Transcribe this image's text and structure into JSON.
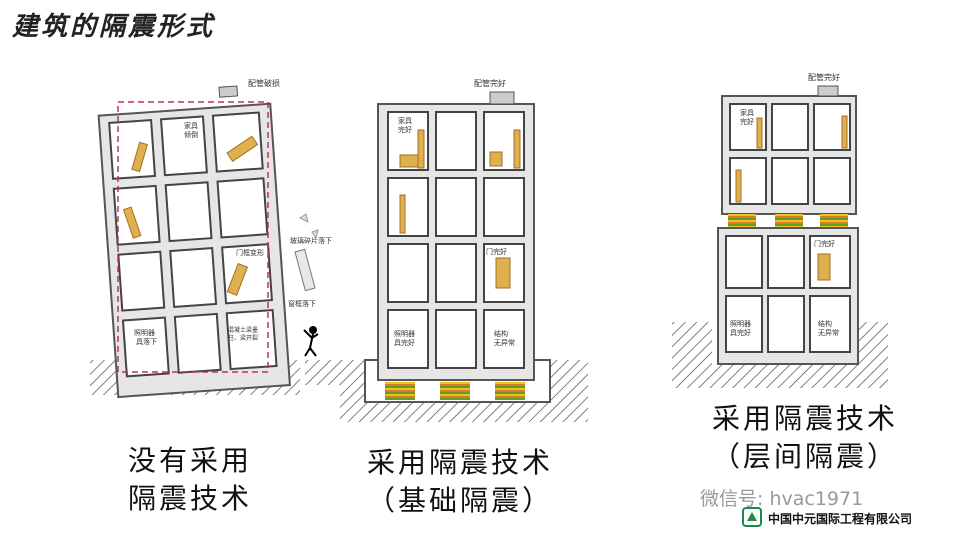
{
  "title": "建筑的隔震形式",
  "buildings": [
    {
      "caption_line1": "没有采用",
      "caption_line2": "隔震技术",
      "labels": {
        "pipe": "配管破损",
        "furniture": "家具\n倾倒",
        "glass": "玻璃碎片落下",
        "door": "门框变形",
        "window": "窗框落下",
        "lamp": "照明器\n具落下",
        "concrete": "混凝土梁墨\n柱、梁开裂"
      }
    },
    {
      "caption_line1": "采用隔震技术",
      "caption_line2": "（基础隔震）",
      "labels": {
        "pipe": "配管完好",
        "furniture": "家具\n完好",
        "door": "门完好",
        "lamp": "照明器\n具完好",
        "structure": "结构\n无异常"
      }
    },
    {
      "caption_line1": "采用隔震技术",
      "caption_line2": "（层间隔震）",
      "labels": {
        "pipe": "配管完好",
        "furniture": "家具\n完好",
        "door": "门完好",
        "lamp": "照明器\n具完好",
        "structure": "结构\n无异常"
      }
    }
  ],
  "watermark": "微信号: hvac1971",
  "company": "中国中元国际工程有限公司",
  "colors": {
    "wall": "#e8e8e8",
    "floor": "#8a8a8a",
    "bearing_orange": "#e07a20",
    "bearing_green": "#5aa02c",
    "bearing_yellow": "#f0c020"
  }
}
